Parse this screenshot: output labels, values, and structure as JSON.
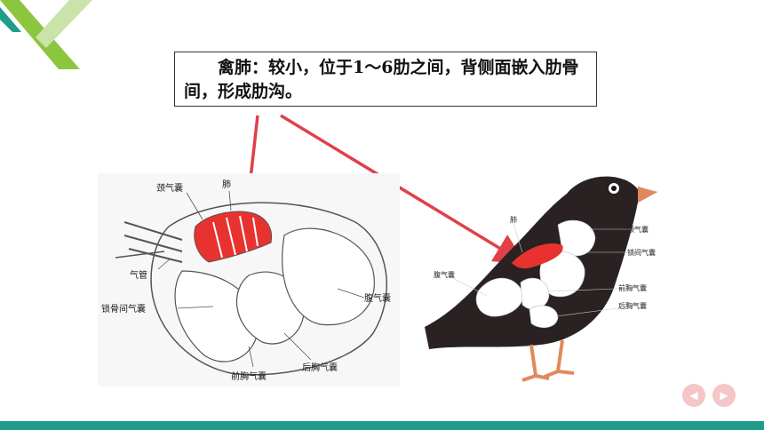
{
  "textbox": {
    "text": "禽肺：较小，位于1～6肋之间，背侧面嵌入肋骨间，形成肋沟。"
  },
  "left_diagram": {
    "labels": {
      "neck_air_sac": "颈气囊",
      "lung": "肺",
      "trachea": "气管",
      "clavicular_air_sac": "锁骨间气囊",
      "abdominal_air_sac": "腹气囊",
      "posterior_thoracic_air_sac": "后胸气囊",
      "anterior_thoracic_air_sac": "前胸气囊"
    }
  },
  "right_diagram": {
    "labels": {
      "lung": "肺",
      "neck_air_sac": "颈气囊",
      "clavicular_air_sac": "锁间气囊",
      "abdominal_air_sac": "腹气囊",
      "anterior_thoracic_air_sac": "前胸气囊",
      "posterior_thoracic_air_sac": "后胸气囊"
    }
  },
  "colors": {
    "accent_green": "#8cc63f",
    "accent_teal": "#1f9c8a",
    "arrow_red": "#e0404a",
    "lung_red": "#e8322f",
    "nav_pink": "#f4c6c6"
  },
  "nav": {
    "prev_icon": "triangle-left-icon",
    "next_icon": "triangle-right-icon"
  }
}
